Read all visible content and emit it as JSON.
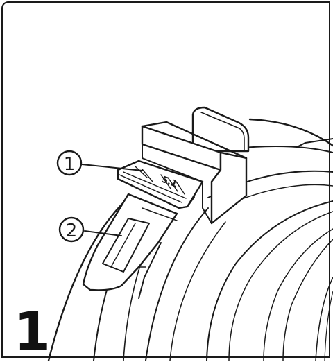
{
  "figure": {
    "step_number": "1",
    "callouts": [
      {
        "label": "1"
      },
      {
        "label": "2"
      }
    ],
    "latch_text": "5.1"
  },
  "colors": {
    "line": "#1a1a1a",
    "background": "#ffffff",
    "shade": "#e6e6e6"
  }
}
